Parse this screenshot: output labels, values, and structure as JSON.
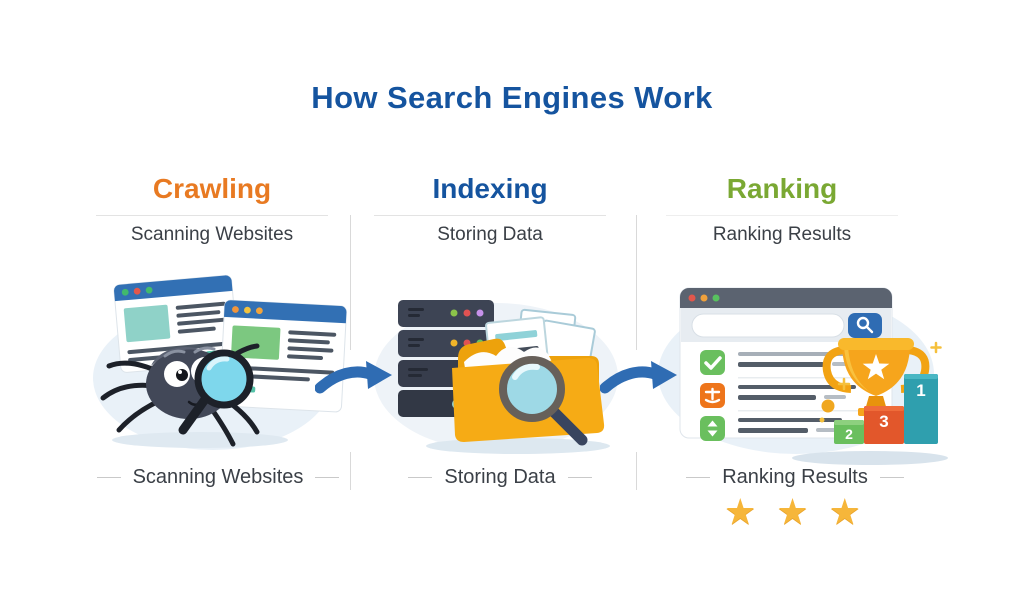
{
  "title": "How Search Engines Work",
  "steps": [
    {
      "heading": "Crawling",
      "subtitle": "Scanning Websites",
      "caption": "Scanning Websites"
    },
    {
      "heading": "Indexing",
      "subtitle": "Storing Data",
      "caption": "Storing Data"
    },
    {
      "heading": "Ranking",
      "subtitle": "Ranking Results",
      "caption": "Ranking Results"
    }
  ],
  "ranking": {
    "podium": [
      "2",
      "3",
      "1"
    ],
    "star": "★",
    "star_count": 3
  },
  "colors": {
    "title": "#15549f",
    "crawling_accent": "#e87a22",
    "indexing_accent": "#15549f",
    "ranking_accent": "#7aa833",
    "subtitle_text": "#3b4047",
    "arrow": "#2f6cb3",
    "stars": "#f6b63a",
    "divider": "#d9d9d9"
  },
  "icons": {
    "crawling": [
      "browser-window",
      "spider",
      "magnifier"
    ],
    "indexing": [
      "server-rack",
      "documents",
      "folder",
      "magnifier"
    ],
    "ranking": [
      "browser-window",
      "search-bar",
      "check-badge",
      "scale-badge",
      "sort-badge",
      "trophy",
      "podium",
      "stars"
    ]
  }
}
